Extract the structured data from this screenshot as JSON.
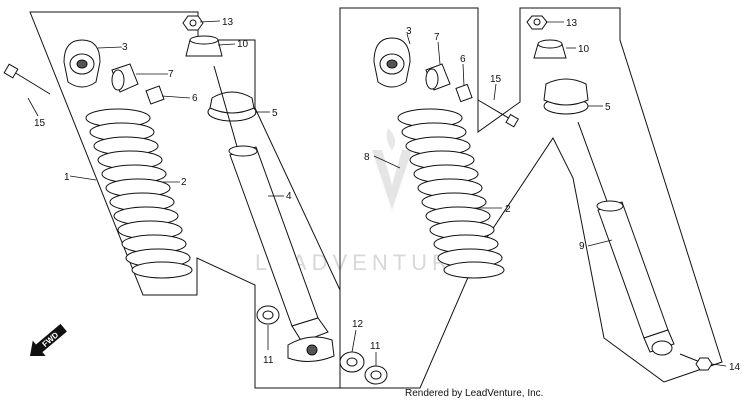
{
  "diagram": {
    "left_assembly": {
      "callouts": {
        "p1": "1",
        "p2": "2",
        "p3": "3",
        "p4": "4",
        "p5": "5",
        "p6": "6",
        "p7": "7",
        "p10": "10",
        "p11a": "11",
        "p11b": "11",
        "p12": "12",
        "p13": "13",
        "p15": "15"
      }
    },
    "right_assembly": {
      "callouts": {
        "p2": "2",
        "p3": "3",
        "p5": "5",
        "p6": "6",
        "p7": "7",
        "p8": "8",
        "p9": "9",
        "p10": "10",
        "p13": "13",
        "p14": "14",
        "p15": "15"
      }
    },
    "direction_marker": "FWD",
    "watermark": "LEADVENTURE",
    "credit": "Rendered by LeadVenture, Inc."
  }
}
